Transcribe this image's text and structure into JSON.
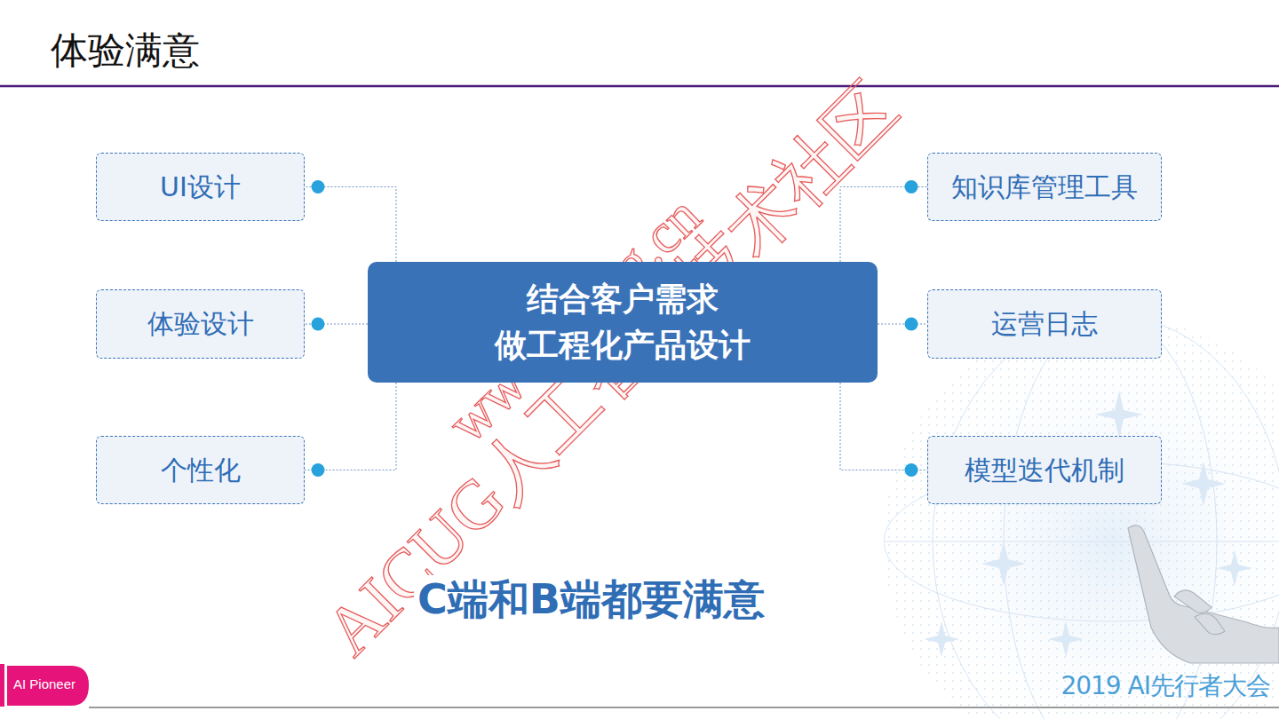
{
  "diagram": {
    "title": "体验满意",
    "nodes": [
      {
        "text": [
          "结合客户需求 做工程化产品设计"
        ]
      },
      {
        "text": [
          "UI设计"
        ]
      },
      {
        "text": [
          "体验设计"
        ]
      },
      {
        "text": [
          "个性化"
        ]
      },
      {
        "text": [
          "知识库管理工具"
        ]
      },
      {
        "text": [
          "运营日志"
        ]
      },
      {
        "text": [
          "模型迭代机制"
        ]
      }
    ],
    "edges": [
      {
        "from": 0,
        "to": 1,
        "arrow": "none"
      },
      {
        "from": 0,
        "to": 2,
        "arrow": "none"
      },
      {
        "from": 0,
        "to": 3,
        "arrow": "none"
      },
      {
        "from": 0,
        "to": 4,
        "arrow": "none"
      },
      {
        "from": 0,
        "to": 5,
        "arrow": "none"
      },
      {
        "from": 0,
        "to": 6,
        "arrow": "none"
      }
    ],
    "labels": [
      "C端和B端都要满意",
      "www.aicug.cn",
      "AICUG人工智能技术社区",
      "AI Pioneer",
      "2019 AI先行者大会"
    ]
  }
}
